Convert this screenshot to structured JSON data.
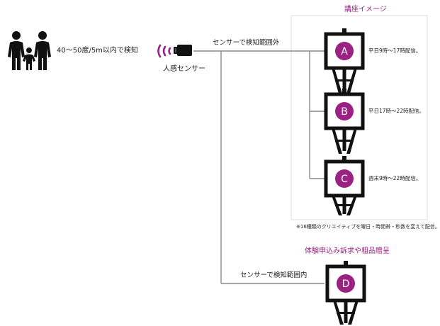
{
  "distance_label": "40～50度/5m以内で検知",
  "sensor_label": "人感センサー",
  "out_of_range_label": "センサーで検知範囲外",
  "in_range_label": "センサーで検知範囲内",
  "course_panel": {
    "title": "講座イメージ",
    "items": [
      {
        "letter": "A",
        "caption": "平日9時～17時配信。"
      },
      {
        "letter": "B",
        "caption": "平日17時～22時配信。"
      },
      {
        "letter": "C",
        "caption": "週末9時～22時配信。"
      }
    ],
    "footnote": "※16種類のクリエイティブを曜日・時間帯・秒数を変えて配信。"
  },
  "trial_title": "体験申込み訴求や粗品贈呈",
  "trial_item": {
    "letter": "D"
  },
  "colors": {
    "accent": "#9b2183",
    "line": "#888888",
    "icon": "#111111"
  }
}
